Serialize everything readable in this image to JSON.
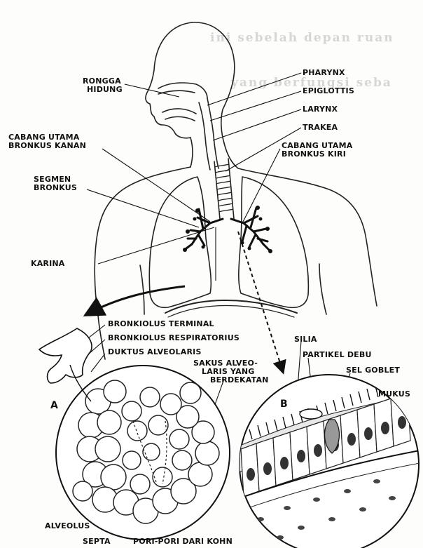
{
  "background_text": {
    "line1": "ini sebelah depan ruan",
    "line2": "yang berfungsi seba"
  },
  "labels": {
    "rongga_hidung_1": "RONGGA",
    "rongga_hidung_2": "HIDUNG",
    "pharynx": "PHARYNX",
    "epiglottis": "EPIGLOTTIS",
    "larynx": "LARYNX",
    "trakea": "TRAKEA",
    "cabang_kiri_1": "CABANG UTAMA",
    "cabang_kiri_2": "BRONKUS KIRI",
    "cabang_kanan_1": "CABANG UTAMA",
    "cabang_kanan_2": "BRONKUS KANAN",
    "segmen_1": "SEGMEN",
    "segmen_2": "BRONKUS",
    "karina": "KARINA",
    "bronkiolus_terminal": "BRONKIOLUS TERMINAL",
    "bronkiolus_respiratorius": "BRONKIOLUS RESPIRATORIUS",
    "duktus": "DUKTUS ALVEOLARIS",
    "sakus_1": "SAKUS ALVEO-",
    "sakus_2": "LARIS YANG",
    "sakus_3": "BERDEKATAN",
    "silia": "SILIA",
    "partikel": "PARTIKEL DEBU",
    "sel_goblet": "SEL GOBLET",
    "mukus": "MUKUS",
    "panel_a": "A",
    "panel_b": "B",
    "alveolus": "ALVEOLUS",
    "septa": "SEPTA",
    "pori": "PORI-PORI DARI KOHN"
  }
}
